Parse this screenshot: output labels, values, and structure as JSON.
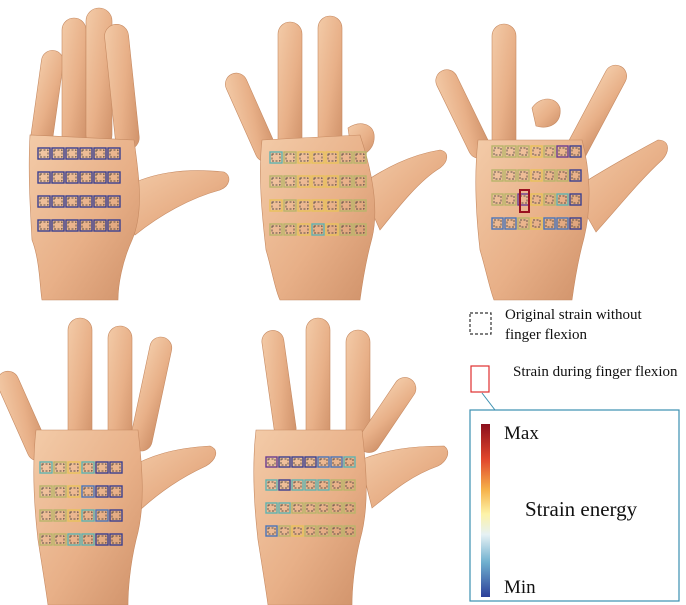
{
  "legend": {
    "dashed_label": "Original strain without finger flexion",
    "red_label": "Strain during finger flexion"
  },
  "scale": {
    "max_label": "Max",
    "min_label": "Min",
    "title": "Strain energy",
    "colors": [
      "#8b0f1c",
      "#e0452c",
      "#f6b24a",
      "#fdf3a8",
      "#e6f1f4",
      "#6fb0cf",
      "#2c3f99"
    ]
  },
  "skin": {
    "base": "#e9b58d",
    "light": "#f4cfaf",
    "shade": "#c98a62"
  }
}
